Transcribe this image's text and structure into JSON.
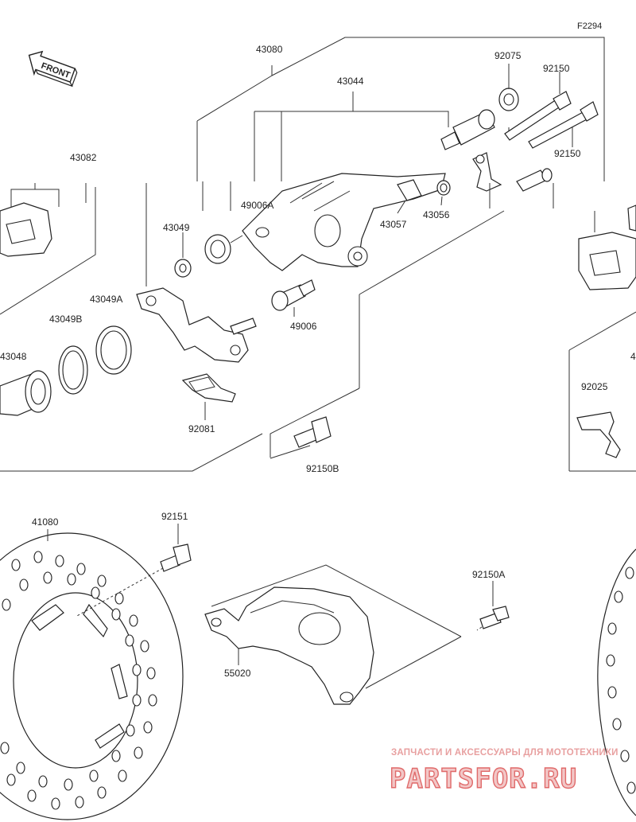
{
  "diagram": {
    "ref_code": "F2294",
    "front_label": "FRONT",
    "watermark": {
      "tagline": "ЗАПЧАСТИ И АКСЕССУАРЫ ДЛЯ МОТОТЕХНИКИ",
      "logo": "PARTSFOR.RU"
    },
    "labels": [
      {
        "id": "43080",
        "text": "43080"
      },
      {
        "id": "43044",
        "text": "43044"
      },
      {
        "id": "92075",
        "text": "92075"
      },
      {
        "id": "92150_top",
        "text": "92150"
      },
      {
        "id": "92150_mid",
        "text": "92150"
      },
      {
        "id": "43082",
        "text": "43082"
      },
      {
        "id": "49006A",
        "text": "49006A"
      },
      {
        "id": "43057",
        "text": "43057"
      },
      {
        "id": "43056",
        "text": "43056"
      },
      {
        "id": "43049",
        "text": "43049"
      },
      {
        "id": "43049A",
        "text": "43049A"
      },
      {
        "id": "43049B",
        "text": "43049B"
      },
      {
        "id": "43048",
        "text": "43048"
      },
      {
        "id": "49006",
        "text": "49006"
      },
      {
        "id": "92025",
        "text": "92025"
      },
      {
        "id": "92081",
        "text": "92081"
      },
      {
        "id": "92150B",
        "text": "92150B"
      },
      {
        "id": "41080",
        "text": "41080"
      },
      {
        "id": "92151",
        "text": "92151"
      },
      {
        "id": "92150A",
        "text": "92150A"
      },
      {
        "id": "55020",
        "text": "55020"
      },
      {
        "id": "43_partial",
        "text": "4"
      }
    ]
  }
}
